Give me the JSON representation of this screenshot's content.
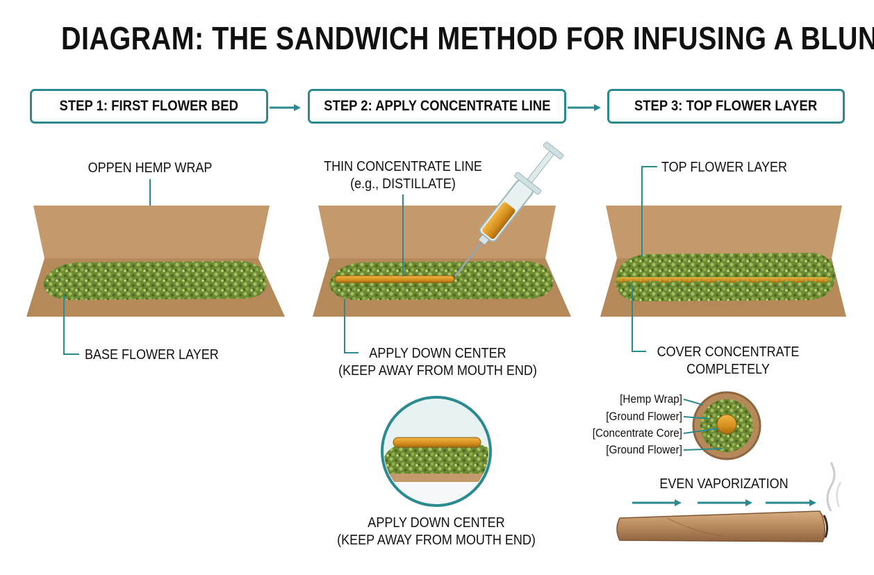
{
  "title": "DIAGRAM: THE SANDWICH METHOD FOR INFUSING A BLUNT",
  "steps": [
    {
      "label": "STEP 1: FIRST FLOWER BED"
    },
    {
      "label": "STEP 2: APPLY CONCENTRATE LINE"
    },
    {
      "label": "STEP 3: TOP FLOWER LAYER"
    }
  ],
  "step1": {
    "wrap_label": "OPPEN HEMP WRAP",
    "base_label": "BASE FLOWER LAYER"
  },
  "step2": {
    "concentrate_label_1": "THIN CONCENTRATE LINE",
    "concentrate_label_2": "(e.g., DISTILLATE)",
    "apply_label_1": "APPLY DOWN CENTER",
    "apply_label_2": "(KEEP AWAY FROM MOUTH END)",
    "detail_label_1": "APPLY DOWN CENTER",
    "detail_label_2": "(KEEP AWAY FROM MOUTH END)"
  },
  "step3": {
    "top_label": "TOP FLOWER LAYER",
    "cover_label_1": "COVER CONCENTRATE",
    "cover_label_2": "COMPLETELY"
  },
  "cross_section": {
    "labels": [
      "[Hemp Wrap]",
      "[Ground Flower]",
      "[Concentrate Core]",
      "[Ground Flower]"
    ]
  },
  "vaporization": {
    "label": "EVEN VAPORIZATION"
  },
  "colors": {
    "accent": "#2b8a8f",
    "wrap": "#c49a6c",
    "flower": "#6f8f3a",
    "concentrate": "#d9951f"
  }
}
